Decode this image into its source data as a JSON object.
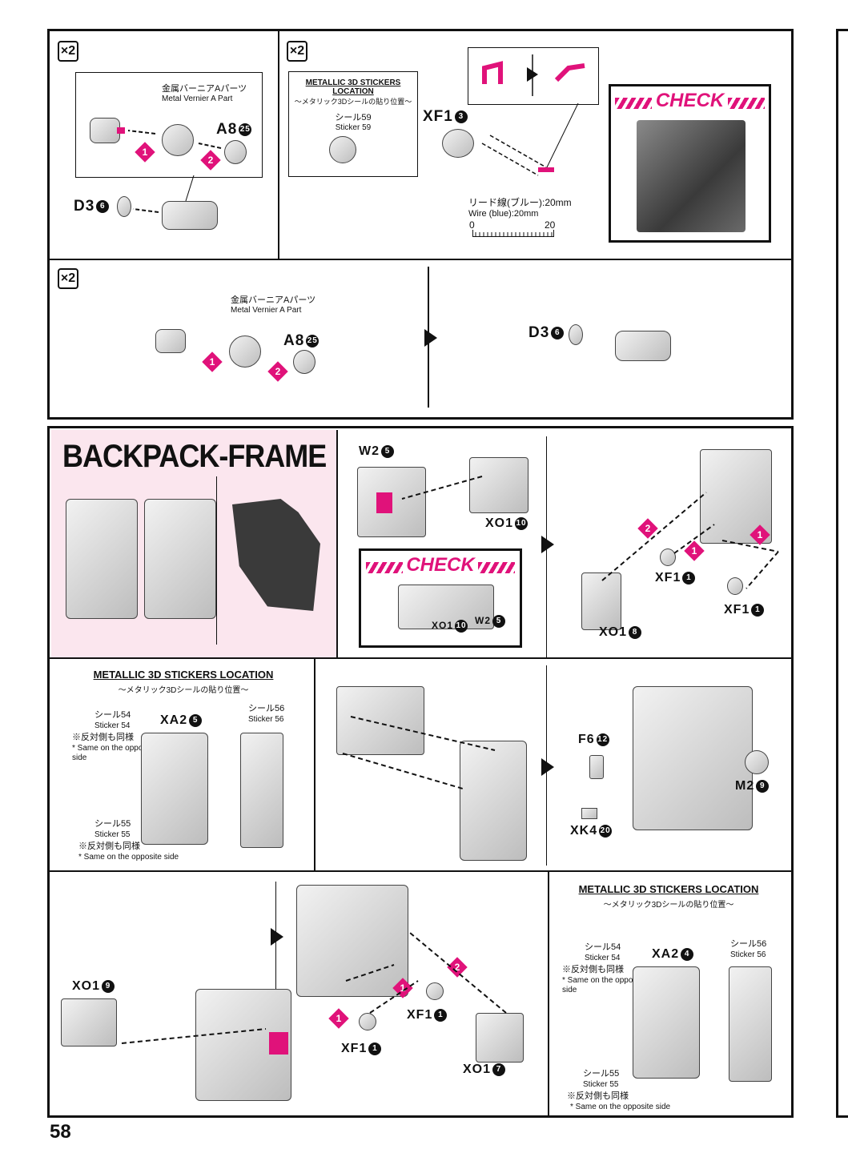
{
  "page_number": "58",
  "section_title": "BACKPACK-FRAME",
  "labels": {
    "metal_vernier_jp": "金属バーニアAパーツ",
    "metal_vernier_en": "Metal Vernier A Part",
    "a8": "A8",
    "a8_num": "25",
    "d3": "D3",
    "d3_num": "6",
    "xf1": "XF1",
    "xf1_num_3": "3",
    "xf1_num_1": "1",
    "wire_jp": "リード線(ブルー):20mm",
    "wire_en": "Wire (blue):20mm",
    "ruler_start": "0",
    "ruler_end": "20",
    "check": "CHECK",
    "w2": "W2",
    "w2_num": "5",
    "xo1": "XO1",
    "xo1_num_10": "10",
    "xo1_num_8": "8",
    "xo1_num_9": "9",
    "xo1_num_7": "7",
    "xa2": "XA2",
    "xa2_num": "5",
    "xa2_num_b": "4",
    "f6": "F6",
    "f6_num": "12",
    "xk4": "XK4",
    "xk4_num": "20",
    "m2": "M2",
    "m2_num": "9",
    "x2": "×2"
  },
  "stickers": {
    "header": "METALLIC 3D STICKERS LOCATION",
    "sub": "～メタリック3Dシールの貼り位置～",
    "seal59_jp": "シール59",
    "seal59_en": "Sticker 59",
    "seal54_jp": "シール54",
    "seal54_en": "Sticker 54",
    "seal55_jp": "シール55",
    "seal55_en": "Sticker 55",
    "seal56_jp": "シール56",
    "seal56_en": "Sticker 56",
    "same_jp": "※反対側も同様",
    "same_en": "* Same on the opposite side"
  },
  "steps": [
    "1",
    "2"
  ],
  "colors": {
    "accent": "#e0127a",
    "frame": "#111111",
    "pink_bg": "#fbe6ee"
  }
}
